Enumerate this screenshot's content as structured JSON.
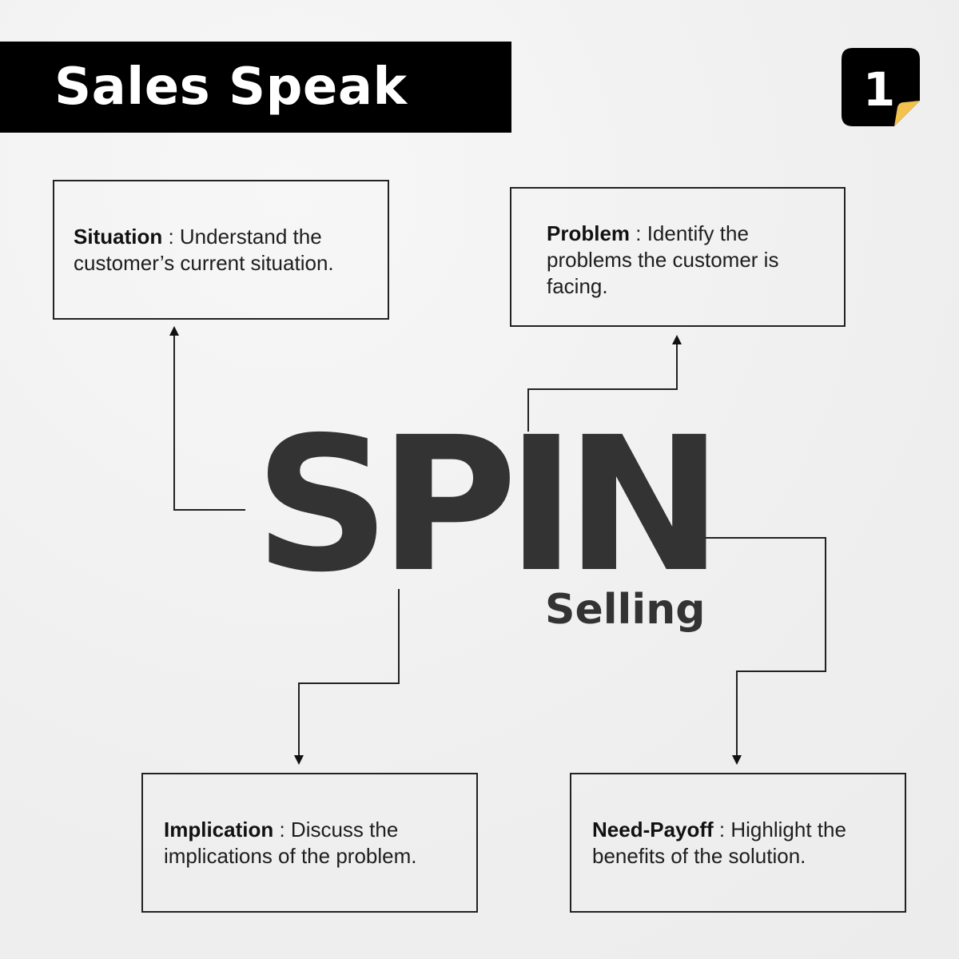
{
  "header": {
    "title": "Sales Speak"
  },
  "logo": {
    "glyph": "1",
    "colors": {
      "tile": "#000000",
      "fold": "#f2c14e"
    }
  },
  "center": {
    "main": "SPIN",
    "sub": "Selling"
  },
  "boxes": {
    "situation": {
      "term": "Situation",
      "separator": " : ",
      "text": "Understand the customer’s current situation."
    },
    "problem": {
      "term": "Problem",
      "separator": " : ",
      "text": "Identify the problems the customer is facing."
    },
    "implication": {
      "term": "Implication",
      "separator": " : ",
      "text": "Discuss the implications of the problem."
    },
    "needpayoff": {
      "term": "Need-Payoff",
      "separator": " : ",
      "text": "Highlight the benefits of the solution."
    }
  },
  "colors": {
    "background": "#f2f2f2",
    "ink": "#1e1e1e",
    "spin": "#333333"
  }
}
